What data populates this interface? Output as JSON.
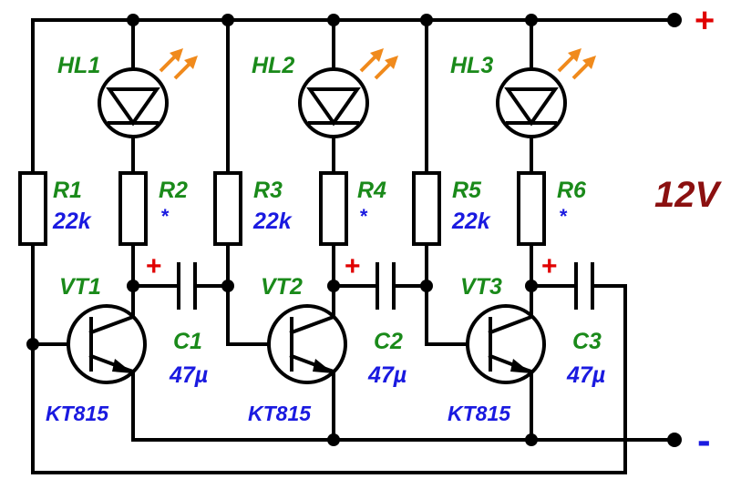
{
  "supply": {
    "voltage": "12V",
    "positive": "+",
    "negative": "-"
  },
  "stages": [
    {
      "led": "HL1",
      "r_collector": "R2",
      "r_collector_value": "*",
      "r_base": "R1",
      "r_base_value": "22k",
      "transistor": "VT1",
      "transistor_model": "KT815",
      "capacitor": "C1",
      "capacitor_value": "47µ",
      "cap_polarity": "+"
    },
    {
      "led": "HL2",
      "r_collector": "R4",
      "r_collector_value": "*",
      "r_base": "R3",
      "r_base_value": "22k",
      "transistor": "VT2",
      "transistor_model": "KT815",
      "capacitor": "C2",
      "capacitor_value": "47µ",
      "cap_polarity": "+"
    },
    {
      "led": "HL3",
      "r_collector": "R6",
      "r_collector_value": "*",
      "r_base": "R5",
      "r_base_value": "22k",
      "transistor": "VT3",
      "transistor_model": "KT815",
      "capacitor": "C3",
      "capacitor_value": "47µ",
      "cap_polarity": "+"
    }
  ],
  "colors": {
    "wire": "#000000",
    "designator": "#1a8a1a",
    "value": "#1a1ae0",
    "polarity": "#e00000",
    "voltage": "#8b1010",
    "light": "#f08a1c"
  }
}
